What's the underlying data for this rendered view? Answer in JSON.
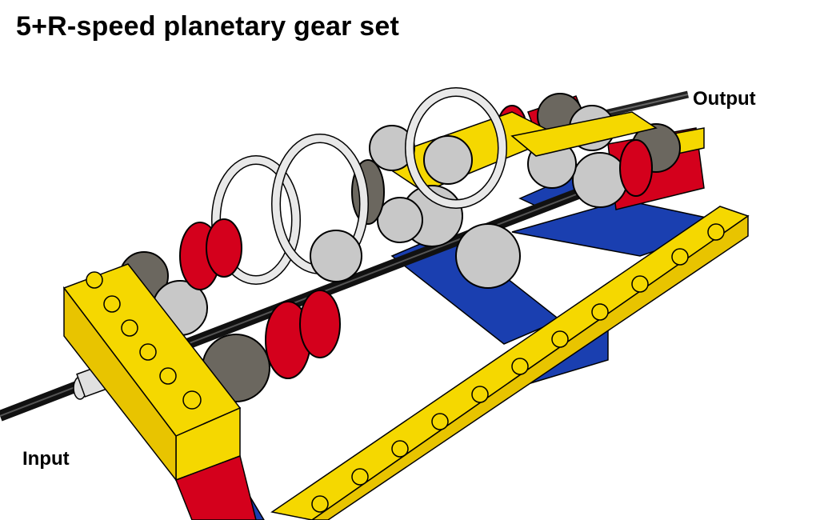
{
  "title": "5+R-speed planetary gear set",
  "labels": {
    "output": "Output",
    "input": "Input"
  },
  "colors": {
    "yellow_beam": "#f5d800",
    "red_brick": "#d4001c",
    "blue_plate": "#1a3fb0",
    "gear_dark": "#6b675f",
    "gear_light": "#c8c8c8",
    "axle": "#222222",
    "outline": "#000000"
  },
  "parts": [
    "yellow-liftarm-beam",
    "red-brick",
    "blue-plate",
    "dark-gray-gear",
    "light-gray-gear",
    "white-turntable-ring",
    "red-bush",
    "black-axle"
  ]
}
